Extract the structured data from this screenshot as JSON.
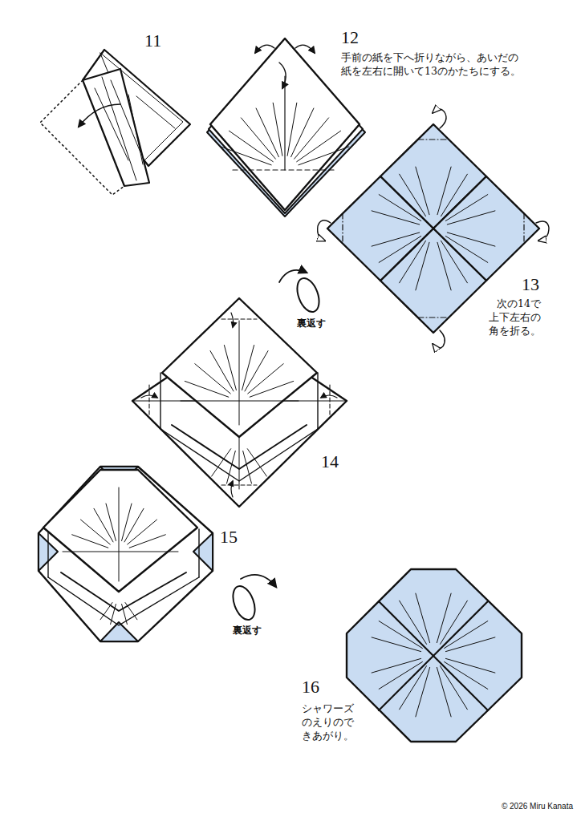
{
  "diagram": {
    "labels": [
      "11",
      "12",
      "手前の紙を下へ折りながら、あいだの 紙を左右に開いて13のかたちにする。",
      "13",
      "次の14で 上下左右の 角を折る。",
      "裏返す",
      "14",
      "15",
      "裏返す",
      "16",
      "シャワーズ のえりので きあがり。",
      "© 2026 Miru Kanata"
    ]
  }
}
